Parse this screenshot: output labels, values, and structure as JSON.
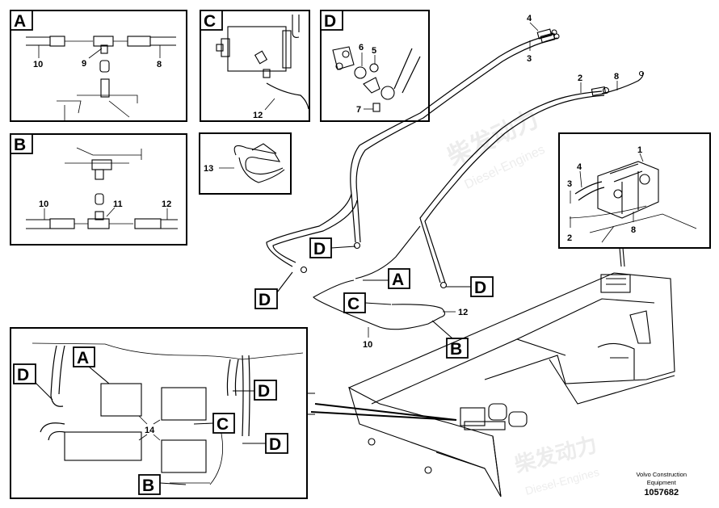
{
  "diagram": {
    "detail_panels": [
      {
        "letter": "A",
        "callouts": [
          "10",
          "9",
          "8"
        ]
      },
      {
        "letter": "B",
        "callouts": [
          "10",
          "11",
          "12"
        ]
      },
      {
        "letter": "C",
        "callouts": [
          "12"
        ]
      },
      {
        "letter": "D",
        "callouts": [
          "6",
          "5",
          "7"
        ]
      },
      {
        "letter": "",
        "callouts": [
          "13"
        ]
      },
      {
        "letter": "",
        "callouts": [
          "1",
          "4",
          "3",
          "2",
          "8"
        ]
      },
      {
        "letter": "",
        "callouts": [
          "14"
        ]
      }
    ],
    "main_callouts": {
      "hose_4": "4",
      "hose_3": "3",
      "hose_2": "2",
      "hose_8": "8",
      "tube_12": "12",
      "tube_10": "10"
    },
    "reference_tags": {
      "main": [
        "D",
        "D",
        "A",
        "D",
        "C",
        "B"
      ],
      "pump_view": [
        "A",
        "D",
        "D",
        "C",
        "D",
        "B"
      ]
    },
    "icons": [
      "pump-icon",
      "tee-fitting-icon",
      "hose-clamp-icon",
      "control-valve-icon",
      "frame-icon"
    ]
  },
  "watermark": {
    "brand_cn": "柴发动力",
    "brand_en": "Diesel-Engines"
  },
  "footer": {
    "brand_line1": "Volvo Construction",
    "brand_line2": "Equipment",
    "part_number": "1057682"
  }
}
